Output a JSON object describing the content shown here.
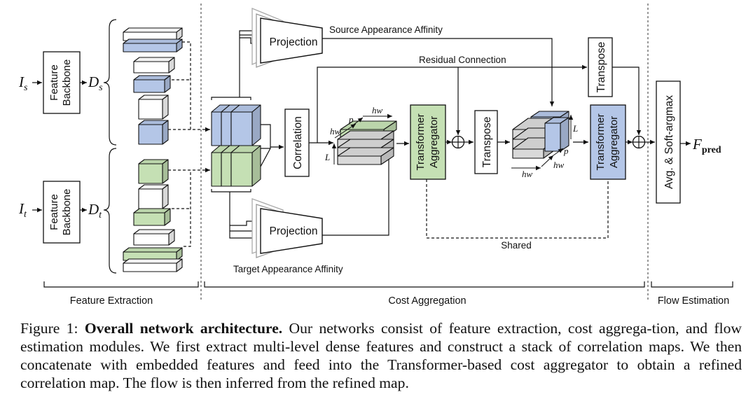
{
  "inputs": {
    "source_image": "I",
    "source_image_sub": "s",
    "target_image": "I",
    "target_image_sub": "t",
    "source_features": "D",
    "source_features_sub": "s",
    "target_features": "D",
    "target_features_sub": "t"
  },
  "blocks": {
    "feature_backbone_line1": "Feature",
    "feature_backbone_line2": "Backbone",
    "projection": "Projection",
    "correlation": "Correlation",
    "transformer_line1": "Transformer",
    "transformer_line2": "Aggregator",
    "transpose": "Transpose",
    "avg_softargmax": "Avg. & Soft-argmax"
  },
  "labels": {
    "source_appearance_affinity": "Source Appearance Affinity",
    "target_appearance_affinity": "Target Appearance Affinity",
    "residual_connection": "Residual Connection",
    "shared": "Shared",
    "dim_hw": "hw",
    "dim_p": "p",
    "dim_L": "L"
  },
  "output": {
    "symbol": "F",
    "sub": "pred"
  },
  "sections": {
    "feature_extraction": "Feature Extraction",
    "cost_aggregation": "Cost Aggregation",
    "flow_estimation": "Flow Estimation"
  },
  "caption": {
    "prefix": "Figure 1: ",
    "bold": "Overall network architecture.",
    "text": " Our networks consist of feature extraction, cost aggrega-tion, and flow estimation modules. We first extract multi-level dense features and construct a stack of correlation maps. We then concatenate with embedded features and feed into the Transformer-based cost aggregator to obtain a refined correlation map. The flow is then inferred from the refined map."
  },
  "colors": {
    "blue": "#b4c6e7",
    "green": "#c5e0b4",
    "gray": "#d9d9d9",
    "stroke": "#111111"
  }
}
